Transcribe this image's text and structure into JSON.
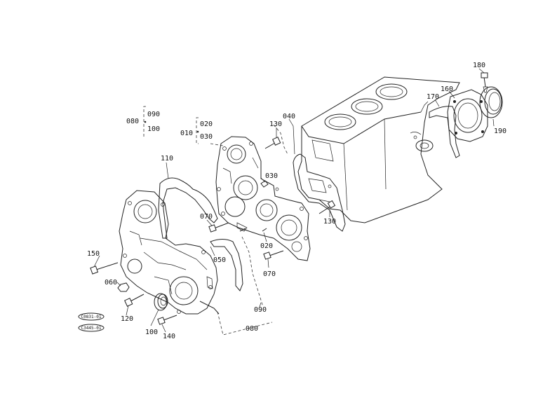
{
  "labels": {
    "l180": "180",
    "l160": "160",
    "l170": "170",
    "l190": "190",
    "l040": "040",
    "l130a": "130",
    "l090a": "090",
    "l080a": "080",
    "l100a": "100",
    "l020a": "020",
    "l010": "010",
    "l030a": "030",
    "l110": "110",
    "l030b": "030",
    "l070a": "070",
    "l130b": "130",
    "l020b": "020",
    "l150": "150",
    "l050": "050",
    "l070b": "070",
    "l060": "060",
    "l120": "120",
    "l090b": "090",
    "l100b": "100",
    "l140": "140",
    "l080b": "080"
  },
  "codes": {
    "c1": "C0831-01",
    "c2": "C3445-01"
  }
}
